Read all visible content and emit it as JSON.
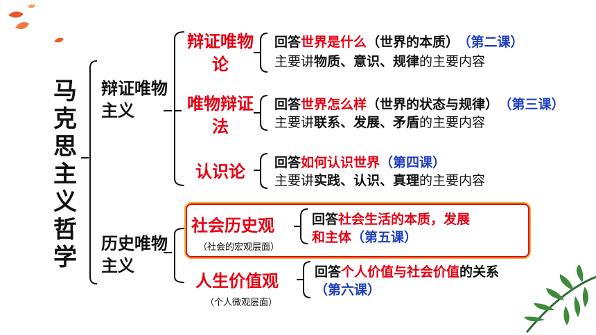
{
  "root": {
    "title": "马克思主义哲学"
  },
  "branches": {
    "dialectical": "辩证唯物主义",
    "historical": "历史唯物主义"
  },
  "categories": {
    "c1": "辩证唯物论",
    "c2": "唯物辩证法",
    "c3": "认识论",
    "c4": "社会历史观",
    "c4_note": "（社会的宏观层面）",
    "c5": "人生价值观",
    "c5_note": "（个人微观层面）"
  },
  "details": {
    "d1": {
      "answer_prefix": "回答",
      "answer_key": "世界是什么",
      "answer_paren": "（世界的本质）",
      "lesson": "（第二课）",
      "main_prefix": "主要讲",
      "main_key": "物质、意识、规律",
      "main_suffix": "的主要内容"
    },
    "d2": {
      "answer_prefix": "回答",
      "answer_key": "世界怎么样",
      "answer_paren": "（世界的状态与规律）",
      "lesson": "（第三课）",
      "main_prefix": "主要讲",
      "main_key": "联系、发展、矛盾",
      "main_suffix": "的主要内容"
    },
    "d3": {
      "answer_prefix": "回答",
      "answer_key": "如何认识世界",
      "lesson": "（第四课）",
      "main_prefix": "主要讲",
      "main_key": "实践、认识、真理",
      "main_suffix": "的主要内容"
    },
    "d4": {
      "answer_prefix": "回答",
      "answer_key_1": "社会生活的本质，发展",
      "answer_key_2": "和主体",
      "lesson": "（第五课）"
    },
    "d5": {
      "answer_prefix": "回答",
      "answer_key": "个人价值与社会价值",
      "answer_suffix": "的关系",
      "lesson": "（第六课）"
    }
  },
  "colors": {
    "key": "#e60012",
    "lesson": "#1f3fbf",
    "highlight_border": "#e8b43a"
  }
}
